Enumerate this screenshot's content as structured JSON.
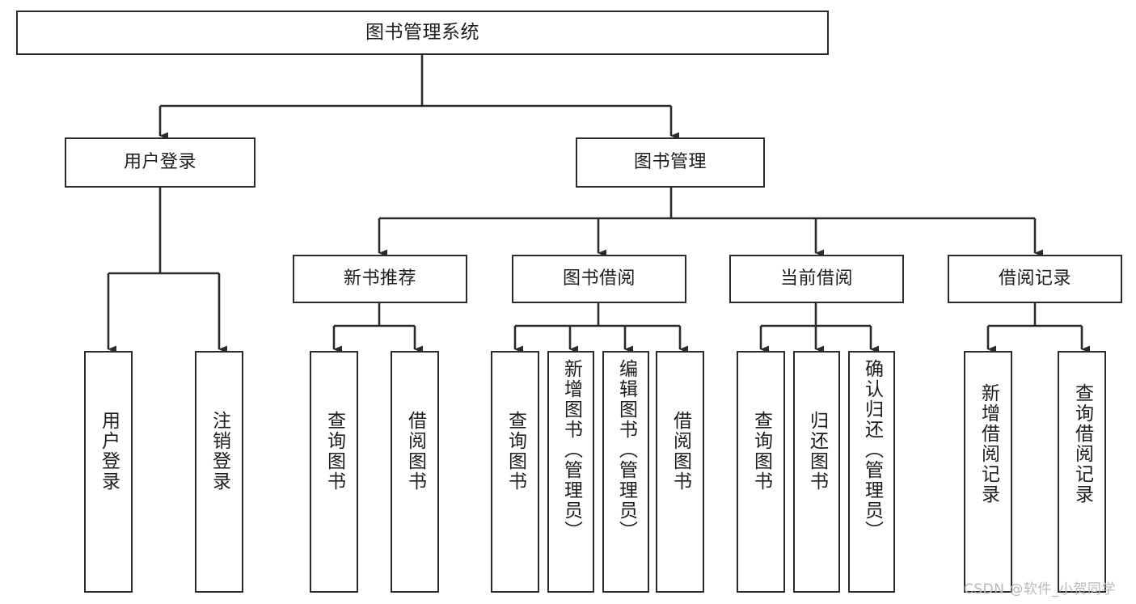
{
  "diagram": {
    "title": "图书管理系统",
    "type": "tree-hierarchy-chart",
    "root": {
      "label": "图书管理系统"
    },
    "level2": [
      {
        "label": "用户登录"
      },
      {
        "label": "图书管理"
      }
    ],
    "level3": [
      {
        "label": "新书推荐"
      },
      {
        "label": "图书借阅"
      },
      {
        "label": "当前借阅"
      },
      {
        "label": "借阅记录"
      }
    ],
    "leaves": [
      {
        "label": "用户登录",
        "parent": "用户登录"
      },
      {
        "label": "注销登录",
        "parent": "用户登录"
      },
      {
        "label": "查询图书",
        "parent": "新书推荐"
      },
      {
        "label": "借阅图书",
        "parent": "新书推荐"
      },
      {
        "label": "查询图书",
        "parent": "图书借阅"
      },
      {
        "label": "新增图书（管理员）",
        "parent": "图书借阅"
      },
      {
        "label": "编辑图书（管理员）",
        "parent": "图书借阅"
      },
      {
        "label": "借阅图书",
        "parent": "图书借阅"
      },
      {
        "label": "查询图书",
        "parent": "当前借阅"
      },
      {
        "label": "归还图书",
        "parent": "当前借阅"
      },
      {
        "label": "确认归还（管理员）",
        "parent": "当前借阅"
      },
      {
        "label": "新增借阅记录",
        "parent": "借阅记录"
      },
      {
        "label": "查询借阅记录",
        "parent": "借阅记录"
      }
    ],
    "watermark": "CSDN @软件_小贺同学",
    "colors": {
      "stroke": "#2b2b2b",
      "fill": "#ffffff",
      "text": "#1d1d1d",
      "watermark": "#b9b9b9"
    }
  }
}
